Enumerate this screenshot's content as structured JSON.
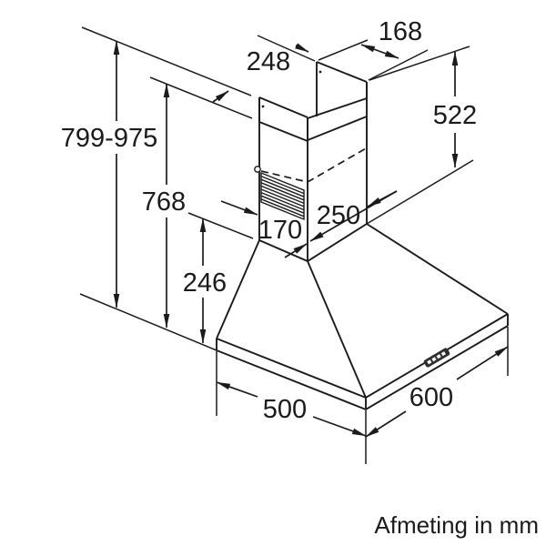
{
  "caption": "Afmeting in mm",
  "dims": {
    "height_range": "799-975",
    "height_to_bracket": "768",
    "hood_height": "246",
    "chimney_top_width": "248",
    "chimney_top_depth": "168",
    "chimney_height": "522",
    "duct_depth": "170",
    "duct_width": "250",
    "base_depth": "500",
    "base_width": "600"
  },
  "colors": {
    "line": "#1b1b1b",
    "background": "#ffffff",
    "panel_fill": "#2e2e2e",
    "panel_buttons": "#f5f5f5"
  }
}
